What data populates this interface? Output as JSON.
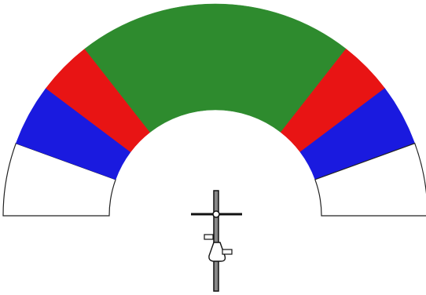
{
  "gauge": {
    "start_angle_deg": 180,
    "end_angle_deg": 0,
    "bands": [
      {
        "name": "white-left",
        "from_deg": 180,
        "to_deg": 160,
        "color": "#ffffff",
        "outline": "#222222"
      },
      {
        "name": "blue-left",
        "from_deg": 160,
        "to_deg": 143,
        "color": "#1a1adf"
      },
      {
        "name": "red-left",
        "from_deg": 143,
        "to_deg": 128,
        "color": "#e81414"
      },
      {
        "name": "green-center",
        "from_deg": 128,
        "to_deg": 52,
        "color": "#2e8b2e"
      },
      {
        "name": "red-right",
        "from_deg": 52,
        "to_deg": 37,
        "color": "#e81414"
      },
      {
        "name": "blue-right",
        "from_deg": 37,
        "to_deg": 20,
        "color": "#1a1adf"
      },
      {
        "name": "white-right",
        "from_deg": 20,
        "to_deg": 0,
        "color": "#ffffff",
        "outline": "#222222"
      }
    ]
  },
  "figure": {
    "icon": "vertical-post-with-crossbar-and-bell-icon",
    "color": "#111111",
    "accent": "#888888"
  }
}
